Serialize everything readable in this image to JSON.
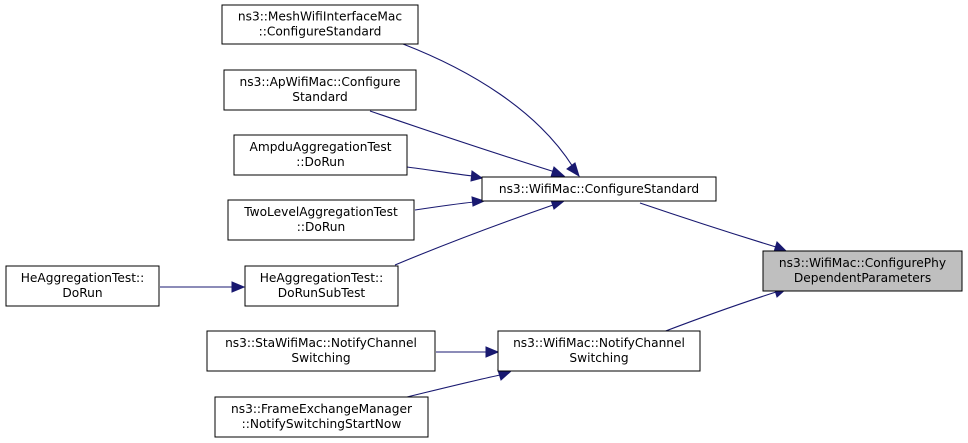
{
  "colors": {
    "edge": "#191970",
    "focus_fill": "#bfbfbf",
    "node_fill": "#ffffff",
    "border": "#000000"
  },
  "nodes": {
    "mesh_configure": {
      "line1": "ns3::MeshWifiInterfaceMac",
      "line2": "::ConfigureStandard"
    },
    "ap_configure": {
      "line1": "ns3::ApWifiMac::Configure",
      "line2": "Standard"
    },
    "ampdu_dorun": {
      "line1": "AmpduAggregationTest",
      "line2": "::DoRun"
    },
    "twolevel_dorun": {
      "line1": "TwoLevelAggregationTest",
      "line2": "::DoRun"
    },
    "he_dorun": {
      "line1": "HeAggregationTest::",
      "line2": "DoRun"
    },
    "he_dorunsubtest": {
      "line1": "HeAggregationTest::",
      "line2": "DoRunSubTest"
    },
    "wifimac_configure": {
      "line1": "ns3::WifiMac::ConfigureStandard"
    },
    "sta_notify": {
      "line1": "ns3::StaWifiMac::NotifyChannel",
      "line2": "Switching"
    },
    "wifimac_notify": {
      "line1": "ns3::WifiMac::NotifyChannel",
      "line2": "Switching"
    },
    "fem_notify": {
      "line1": "ns3::FrameExchangeManager",
      "line2": "::NotifySwitchingStartNow"
    },
    "configure_phy": {
      "line1": "ns3::WifiMac::ConfigurePhy",
      "line2": "DependentParameters"
    }
  },
  "edges": [
    {
      "from": "mesh_configure",
      "to": "wifimac_configure"
    },
    {
      "from": "ap_configure",
      "to": "wifimac_configure"
    },
    {
      "from": "ampdu_dorun",
      "to": "wifimac_configure"
    },
    {
      "from": "twolevel_dorun",
      "to": "wifimac_configure"
    },
    {
      "from": "he_dorunsubtest",
      "to": "wifimac_configure"
    },
    {
      "from": "he_dorun",
      "to": "he_dorunsubtest"
    },
    {
      "from": "wifimac_configure",
      "to": "configure_phy"
    },
    {
      "from": "sta_notify",
      "to": "wifimac_notify"
    },
    {
      "from": "fem_notify",
      "to": "wifimac_notify"
    },
    {
      "from": "wifimac_notify",
      "to": "configure_phy"
    }
  ]
}
